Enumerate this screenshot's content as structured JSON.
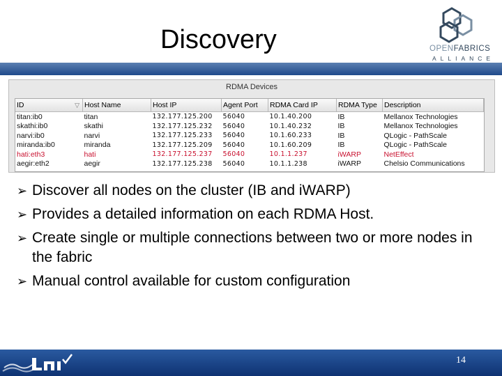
{
  "slide": {
    "title": "Discovery",
    "logo": {
      "line1_a": "OPEN",
      "line1_b": "FABRICS",
      "line2": "ALLIANCE"
    },
    "page_number": "14"
  },
  "panel": {
    "title": "RDMA Devices",
    "columns": [
      "ID",
      "Host Name",
      "Host IP",
      "Agent Port",
      "RDMA Card IP",
      "RDMA Type",
      "Description"
    ],
    "rows": [
      {
        "id": "titan:ib0",
        "host": "titan",
        "ip": "132.177.125.200",
        "port": "56040",
        "card_ip": "10.1.40.200",
        "type": "IB",
        "desc": "Mellanox Technologies"
      },
      {
        "id": "skathi:ib0",
        "host": "skathi",
        "ip": "132.177.125.232",
        "port": "56040",
        "card_ip": "10.1.40.232",
        "type": "IB",
        "desc": "Mellanox Technologies"
      },
      {
        "id": "narvi:ib0",
        "host": "narvi",
        "ip": "132.177.125.233",
        "port": "56040",
        "card_ip": "10.1.60.233",
        "type": "IB",
        "desc": "QLogic - PathScale"
      },
      {
        "id": "miranda:ib0",
        "host": "miranda",
        "ip": "132.177.125.209",
        "port": "56040",
        "card_ip": "10.1.60.209",
        "type": "IB",
        "desc": "QLogic - PathScale"
      },
      {
        "id": "hati:eth3",
        "host": "hati",
        "ip": "132.177.125.237",
        "port": "56040",
        "card_ip": "10.1.1.237",
        "type": "iWARP",
        "desc": "NetEffect"
      },
      {
        "id": "aegir:eth2",
        "host": "aegir",
        "ip": "132.177.125.238",
        "port": "56040",
        "card_ip": "10.1.1.238",
        "type": "iWARP",
        "desc": "Chelsio Communications"
      }
    ]
  },
  "bullets": [
    "Discover all nodes on the cluster (IB and iWARP)",
    "Provides a detailed information on each RDMA Host.",
    "Create single or multiple connections between two or more nodes in the fabric",
    "Manual control available for custom configuration"
  ],
  "colors": {
    "selected_row_text": "#c8102e",
    "bar_blue": "#1f4a8a"
  }
}
